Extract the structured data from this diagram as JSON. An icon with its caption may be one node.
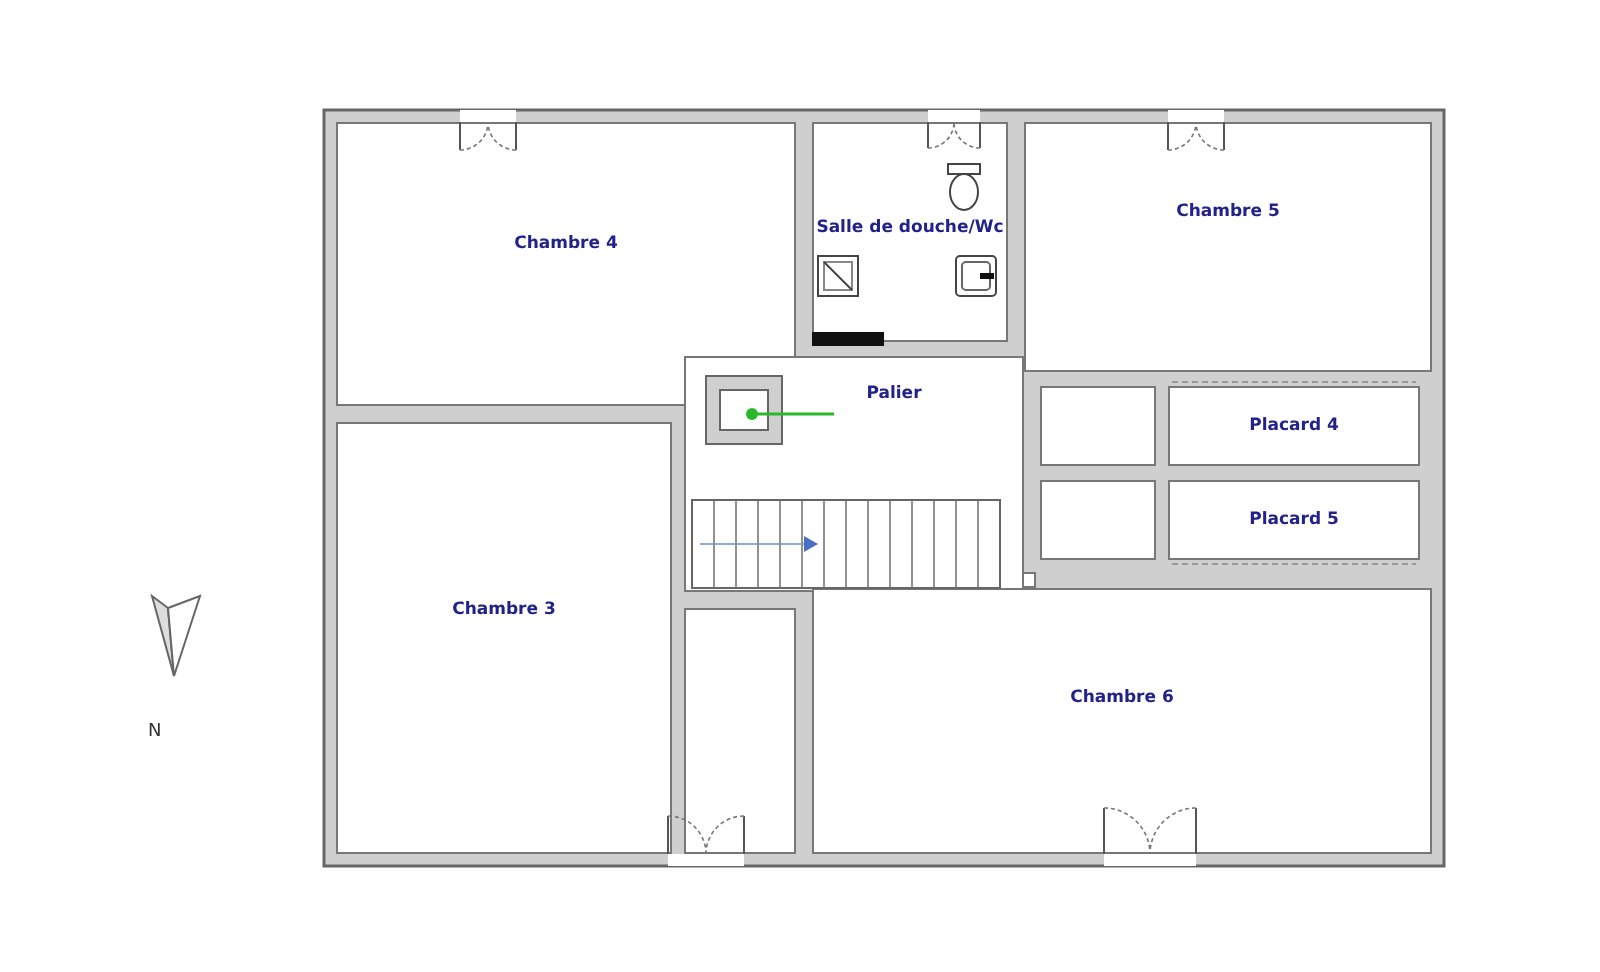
{
  "diagram": {
    "nodes": [
      {
        "text": [
          "Chambre 4"
        ]
      },
      {
        "text": [
          "Salle de douche/Wc"
        ]
      },
      {
        "text": [
          "Chambre 5"
        ]
      },
      {
        "text": [
          "Palier"
        ]
      },
      {
        "text": [
          "Placard 4"
        ]
      },
      {
        "text": [
          "Placard 5"
        ]
      },
      {
        "text": [
          "Chambre 3"
        ]
      },
      {
        "text": [
          "Chambre 6"
        ]
      }
    ],
    "labels": [
      "N"
    ]
  }
}
